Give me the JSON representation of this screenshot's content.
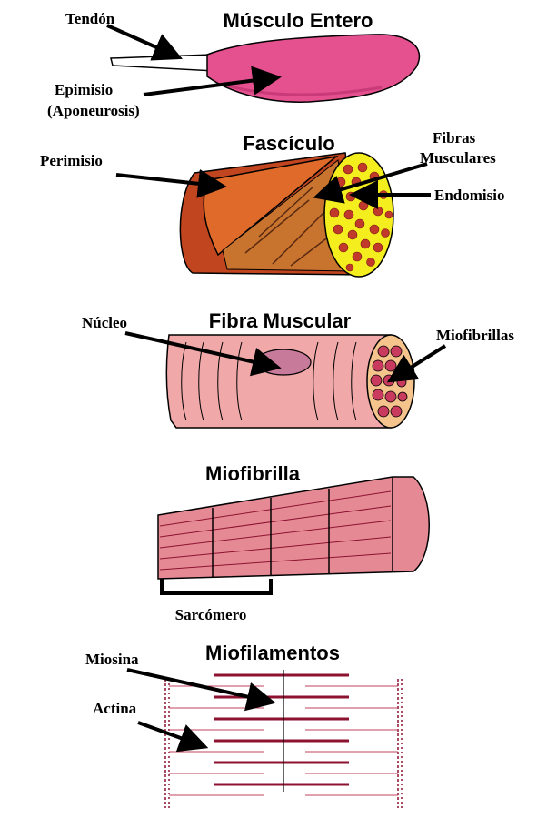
{
  "titles": {
    "whole_muscle": "Músculo Entero",
    "fascicle": "Fascículo",
    "muscle_fiber": "Fibra Muscular",
    "myofibril": "Miofibrilla",
    "myofilaments": "Miofilamentos"
  },
  "labels": {
    "tendon": "Tendón",
    "epimysium_1": "Epimisio",
    "epimysium_2": "(Aponeurosis)",
    "perimysium": "Perimisio",
    "muscle_fibers_1": "Fibras",
    "muscle_fibers_2": "Musculares",
    "endomysium": "Endomisio",
    "nucleus": "Núcleo",
    "myofibrils": "Miofibrillas",
    "sarcomere": "Sarcómero",
    "myosin": "Miosina",
    "actin": "Actina"
  },
  "colors": {
    "muscle": "#e5508f",
    "muscle_dark": "#c93a78",
    "fascicle": "#e06a2a",
    "fascicle_dark": "#b8431b",
    "endomysium": "#f4ee1e",
    "fiber_cell": "#c0392b",
    "fiber": "#f0a8a8",
    "myofibril": "#e58a94",
    "filament": "#8c1230"
  }
}
